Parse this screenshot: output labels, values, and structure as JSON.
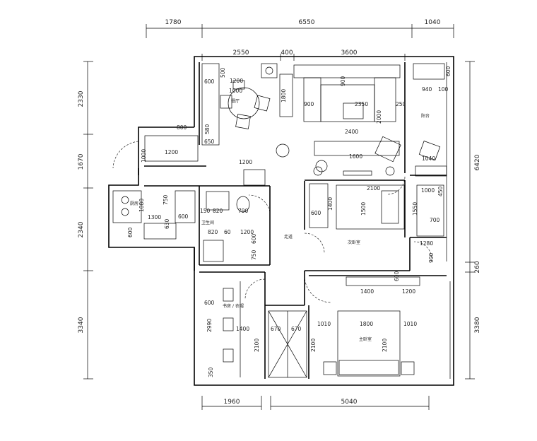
{
  "dims": {
    "top_outer": [
      "1780",
      "6550",
      "1040"
    ],
    "top_inner": [
      "2550",
      "400",
      "3600"
    ],
    "left": [
      "2330",
      "1670",
      "2340",
      "3340"
    ],
    "right": [
      "6420",
      "260",
      "3380"
    ],
    "bottom": [
      "1960",
      "5040"
    ]
  },
  "rooms": {
    "dining": "餐厅",
    "balcony": "阳台",
    "kitchen": "厨房",
    "bathroom": "卫生间",
    "corridor": "走道",
    "second_bedroom": "次卧室",
    "study": "书房 / 衣帽",
    "master_bedroom": "主卧室"
  },
  "labels": {
    "l600a": "600",
    "l500": "500",
    "l1200a": "1200",
    "l1000": "1000",
    "l1800a": "1800",
    "l900a": "900",
    "l900b": "900",
    "l2350": "2350",
    "l250": "250",
    "l2000": "2000",
    "l2400": "2400",
    "l940": "940",
    "l100": "100",
    "l600b": "600",
    "l800": "800",
    "l580": "580",
    "l650": "650",
    "l1200b": "1200",
    "l1000b": "1000",
    "l1600": "1600",
    "l1040": "1040",
    "l1200c": "1200",
    "l750a": "750",
    "l1080": "1080",
    "l600c": "600",
    "l1300": "1300",
    "l630": "630",
    "l600d": "600",
    "l150": "150",
    "l820a": "820",
    "l790": "790",
    "l820b": "820",
    "l60": "60",
    "l1200d": "1200",
    "l750b": "750",
    "l600e": "600",
    "l2100a": "2100",
    "l1500": "1500",
    "l1400a": "1400",
    "l600f": "600",
    "l1550": "1550",
    "l1000c": "1000",
    "l450": "450",
    "l700": "700",
    "l1280": "1280",
    "l900c": "900",
    "l600g": "600",
    "l1400b": "1400",
    "l1200e": "1200",
    "l600h": "600",
    "l2990": "2990",
    "l1400c": "1400",
    "l2100b": "2100",
    "l670a": "670",
    "l670b": "670",
    "l1010a": "1010",
    "l1800b": "1800",
    "l1010b": "1010",
    "l2100c": "2100",
    "l2100d": "2100",
    "l350": "350"
  }
}
